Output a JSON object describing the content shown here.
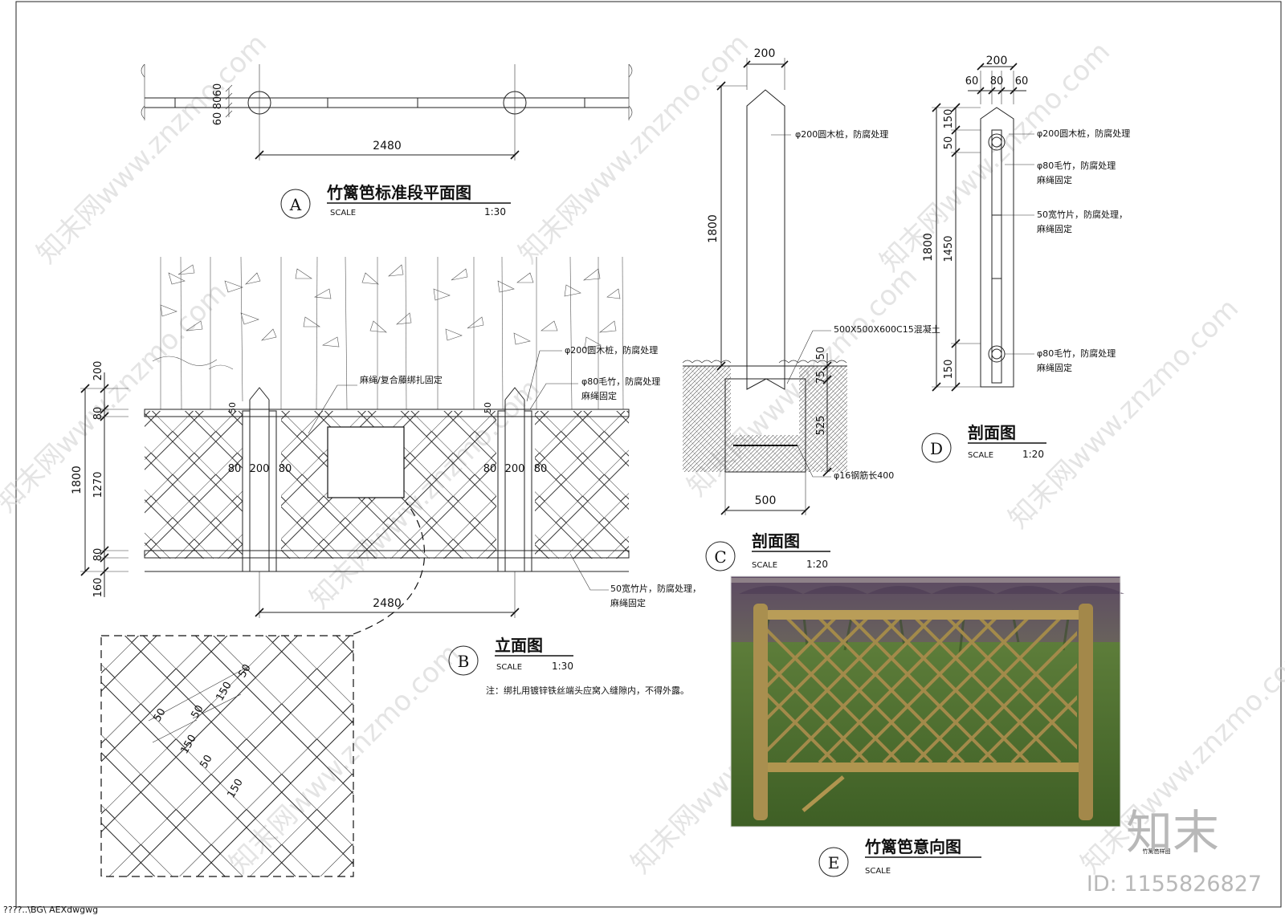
{
  "file_path": "????..\\BG\\ AEXdwgwg",
  "logo": "知末",
  "id_text": "ID: 1155826827",
  "watermark": "知末网www.znzmo.com",
  "view_a": {
    "letter": "A",
    "title": "竹篱笆标准段平面图",
    "scale_label": "SCALE",
    "scale": "1:30",
    "dims": {
      "span": "2480",
      "d60a": "60",
      "d80": "80",
      "d60b": "60"
    }
  },
  "view_b": {
    "letter": "B",
    "title": "立面图",
    "scale_label": "SCALE",
    "scale": "1:30",
    "note": "注：绑扎用镀锌铁丝端头应窝入缝隙内，不得外露。",
    "labels": {
      "post": "φ200圆木桩，防腐处理",
      "bamboo": "φ80毛竹，防腐处理",
      "bamboo2": "麻绳固定",
      "rope": "麻绳/复合藤绑扎固定",
      "strip1": "50宽竹片，防腐处理，",
      "strip2": "麻绳固定"
    },
    "dims": {
      "total": "1800",
      "d200": "200",
      "d80a": "80",
      "d1270": "1270",
      "d80b": "80",
      "d160": "160",
      "w80a": "80",
      "w200a": "200",
      "w80b": "80",
      "w80c": "80",
      "w200b": "200",
      "w80d": "80",
      "span": "2480",
      "d50a": "50",
      "d50b": "50"
    },
    "detail_dims": {
      "a": "50",
      "b": "150",
      "c": "50",
      "d": "50",
      "e": "150",
      "f": "50",
      "g": "150"
    }
  },
  "view_c": {
    "letter": "C",
    "title": "剖面图",
    "scale_label": "SCALE",
    "scale": "1:20",
    "dims": {
      "top": "200",
      "height": "1800",
      "d50": "50",
      "d75": "75",
      "d525": "525",
      "base": "500"
    },
    "labels": {
      "post": "φ200圆木桩，防腐处理",
      "concrete": "500X500X600C15混凝土",
      "rebar": "φ16钢筋长400"
    }
  },
  "view_d": {
    "letter": "D",
    "title": "剖面图",
    "scale_label": "SCALE",
    "scale": "1:20",
    "dims": {
      "top": "200",
      "t60a": "60",
      "t80": "80",
      "t60b": "60",
      "total": "1800",
      "d150a": "150",
      "d50": "50",
      "d1450": "1450",
      "d150b": "150"
    },
    "labels": {
      "post": "φ200圆木桩，防腐处理",
      "bamboo_a1": "φ80毛竹，防腐处理",
      "bamboo_a2": "麻绳固定",
      "strip1": "50宽竹片，防腐处理，",
      "strip2": "麻绳固定",
      "bamboo_b1": "φ80毛竹，防腐处理",
      "bamboo_b2": "麻绳固定"
    }
  },
  "view_e": {
    "letter": "E",
    "title": "竹篱笆意向图",
    "scale_label": "SCALE",
    "photo_caption": "竹篱笆样图"
  }
}
